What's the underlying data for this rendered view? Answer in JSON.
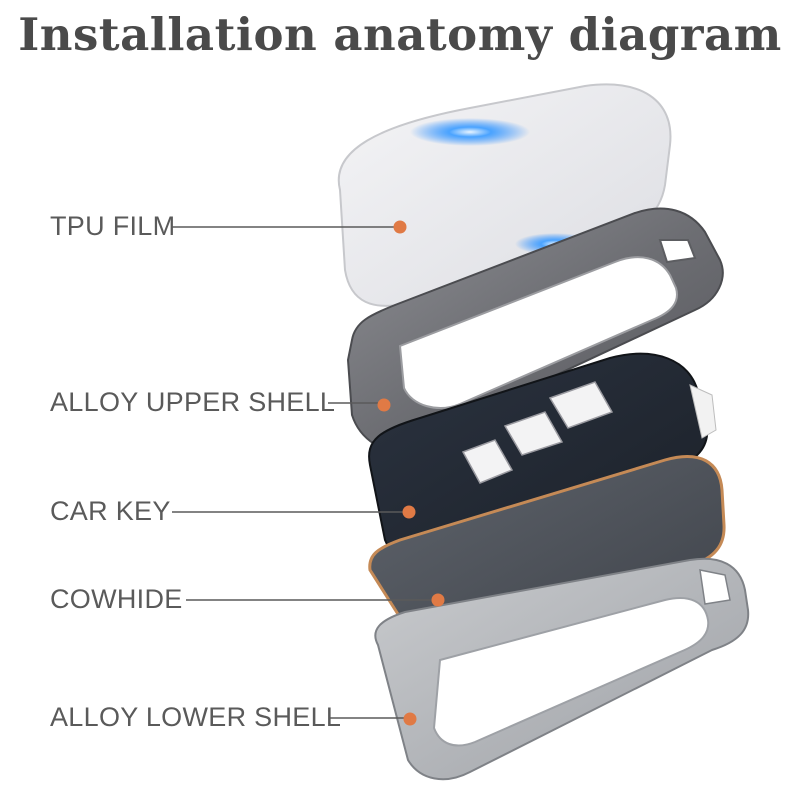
{
  "title": "Installation anatomy diagram",
  "colors": {
    "title": "#4a4a4a",
    "label": "#5a5a5a",
    "leader_dot": "#e07a45",
    "glow": "#2b8cff"
  },
  "parts": [
    {
      "label": "TPU FILM"
    },
    {
      "label": "ALLOY UPPER SHELL"
    },
    {
      "label": "CAR KEY"
    },
    {
      "label": "COWHIDE"
    },
    {
      "label": "ALLOY LOWER SHELL"
    }
  ]
}
